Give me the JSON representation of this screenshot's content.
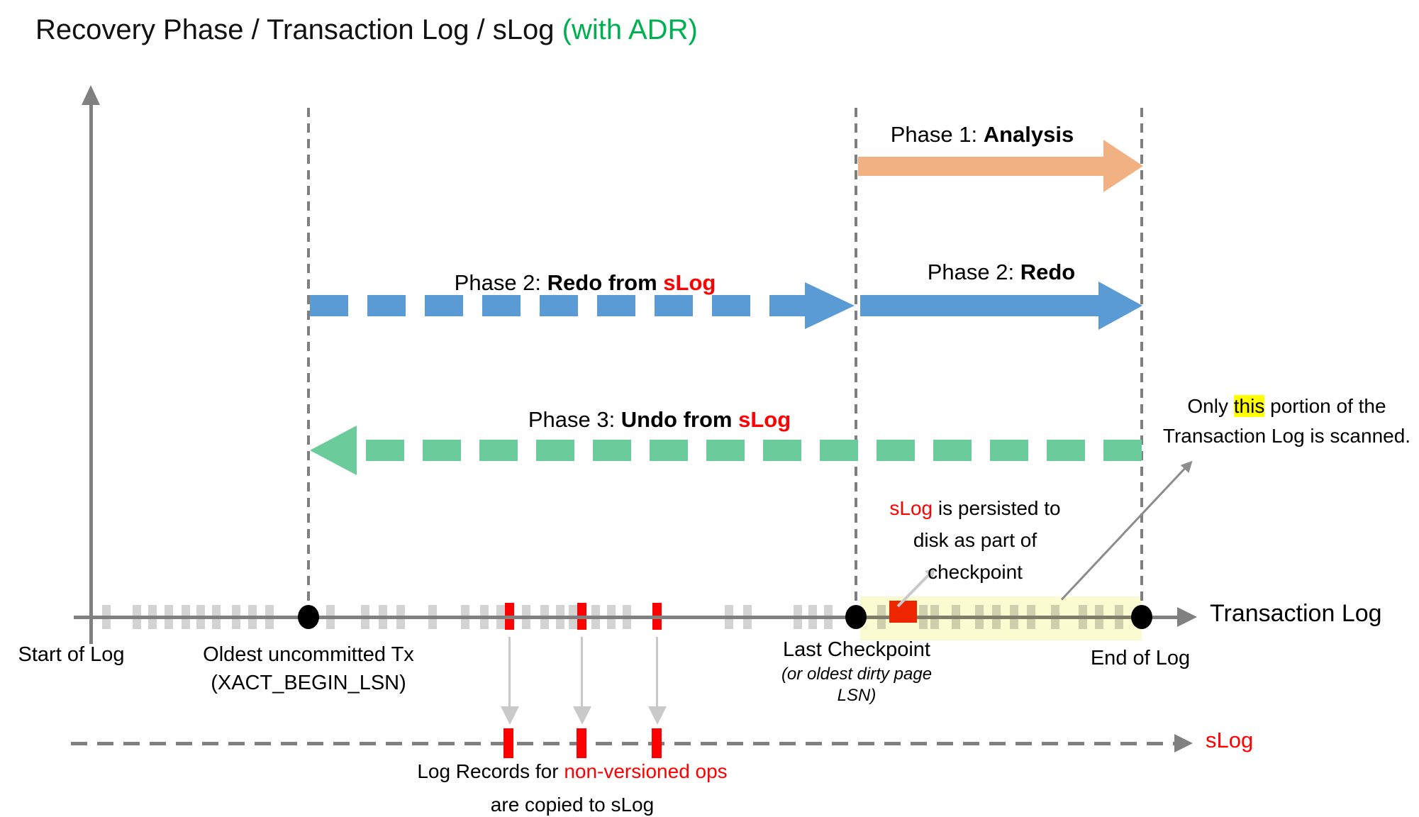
{
  "title": {
    "main": "Recovery Phase / Transaction Log / sLog ",
    "suffix": "(with ADR)"
  },
  "phases": {
    "p1": {
      "prefix": "Phase 1: ",
      "bold": "Analysis"
    },
    "p2_slog": {
      "prefix": "Phase 2: ",
      "bold": "Redo from ",
      "red": "sLog"
    },
    "p2": {
      "prefix": "Phase 2: ",
      "bold": "Redo"
    },
    "p3": {
      "prefix": "Phase 3: ",
      "bold": "Undo from ",
      "red": "sLog"
    }
  },
  "annotations": {
    "scan_note": {
      "pre": "Only ",
      "highlight": "this",
      "post": " portion of the",
      "line2": "Transaction Log is scanned."
    },
    "persist_note": {
      "red": "sLog",
      "rest": " is persisted to",
      "line2": "disk as part of",
      "line3": "checkpoint"
    },
    "copy_note": {
      "pre": "Log Records for ",
      "red": "non-versioned ops",
      "line2": "are copied to sLog"
    }
  },
  "timeline": {
    "label": "Transaction Log",
    "start_label": "Start of Log",
    "oldest_label_1": "Oldest uncommitted Tx",
    "oldest_label_2": "(XACT_BEGIN_LSN)",
    "checkpoint_label_1": "Last Checkpoint",
    "checkpoint_label_2": "(or oldest dirty page",
    "checkpoint_label_3": "LSN)",
    "end_label": "End of Log",
    "gray_ticks": [
      150,
      193,
      215,
      238,
      262,
      283,
      305,
      333,
      356,
      380,
      466,
      515,
      540,
      565,
      610,
      656,
      683,
      706,
      742,
      768,
      790,
      808,
      840,
      862,
      884,
      1028,
      1054,
      1125,
      1146,
      1168
    ],
    "band_ticks": [
      1243,
      1302,
      1318,
      1348,
      1381,
      1405,
      1430,
      1454,
      1488,
      1527,
      1550,
      1578
    ],
    "red_ticks": [
      719,
      821,
      927
    ],
    "markers": [
      435,
      1207,
      1610
    ]
  },
  "slog": {
    "label": "sLog",
    "red_ticks": [
      717,
      820,
      926
    ]
  },
  "copy_connectors": [
    719,
    821,
    927
  ],
  "colors": {
    "title_green": "#00B050",
    "orange": "#F2B183",
    "blue": "#5B9BD5",
    "green": "#6BCB9B",
    "axis_gray": "#808080",
    "dash_gray": "#7F7F7F",
    "tick_gray": "#D3D3D3",
    "red": "#FF0000",
    "red_square": "#EE2600",
    "band_yellow": "#FBFBD2",
    "highlight_yellow": "#FFFF00",
    "connector_gray": "#C9C9C9",
    "note_arrow_gray": "#8C8C8C"
  }
}
